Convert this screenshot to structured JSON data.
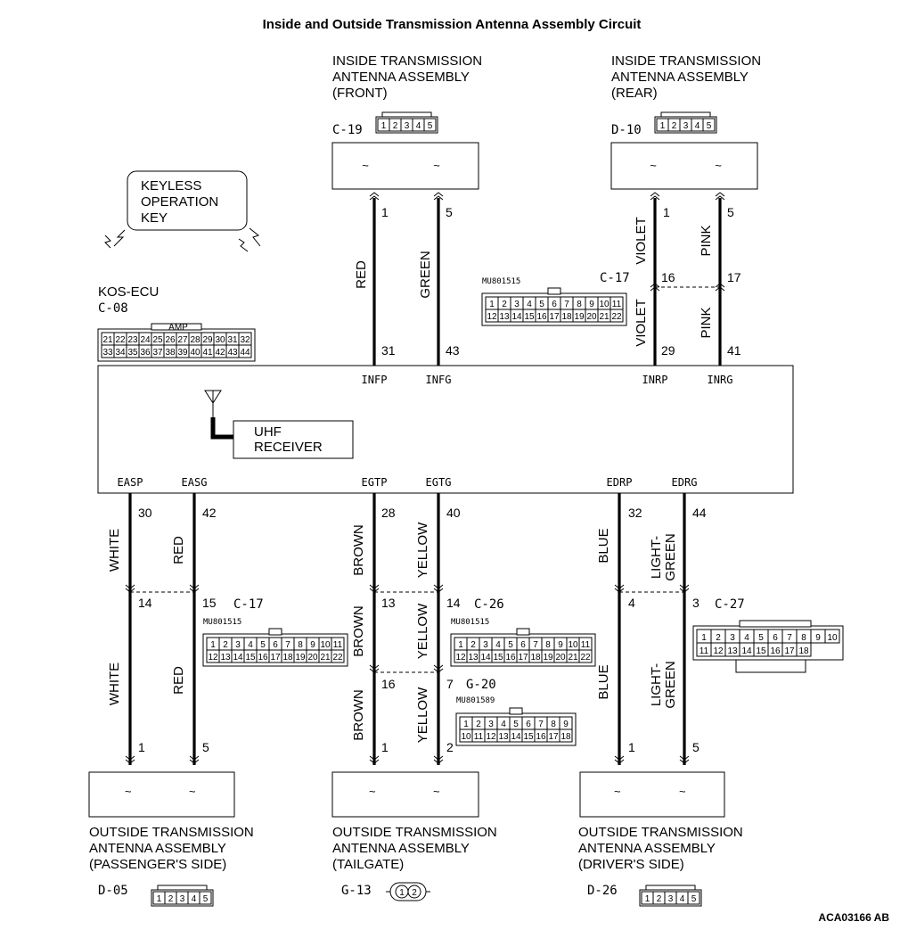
{
  "title": "Inside and Outside Transmission Antenna Assembly Circuit",
  "doc_code": "ACA03166 AB",
  "keyless_key": [
    "KEYLESS",
    "OPERATION",
    "KEY"
  ],
  "ecu": {
    "name": "KOS-ECU",
    "connector": "C-08",
    "amp_label": "AMP",
    "receiver": [
      "UHF",
      "RECEIVER"
    ],
    "row1": [
      "21",
      "22",
      "23",
      "24",
      "25",
      "26",
      "27",
      "28",
      "29",
      "30",
      "31",
      "32"
    ],
    "row2": [
      "33",
      "34",
      "35",
      "36",
      "37",
      "38",
      "39",
      "40",
      "41",
      "42",
      "43",
      "44"
    ]
  },
  "inside_front": {
    "lines": [
      "INSIDE TRANSMISSION",
      "ANTENNA ASSEMBLY",
      "(FRONT)"
    ],
    "connector": "C-19",
    "cells": [
      "1",
      "2",
      "3",
      "4",
      "5"
    ]
  },
  "inside_rear": {
    "lines": [
      "INSIDE TRANSMISSION",
      "ANTENNA ASSEMBLY",
      "(REAR)"
    ],
    "connector": "D-10",
    "cells": [
      "1",
      "2",
      "3",
      "4",
      "5"
    ]
  },
  "outside_pass": {
    "lines": [
      "OUTSIDE TRANSMISSION",
      "ANTENNA ASSEMBLY",
      "(PASSENGER'S SIDE)"
    ],
    "connector": "D-05",
    "cells": [
      "1",
      "2",
      "3",
      "4",
      "5"
    ]
  },
  "outside_tail": {
    "lines": [
      "OUTSIDE TRANSMISSION",
      "ANTENNA ASSEMBLY",
      "(TAILGATE)"
    ],
    "connector": "G-13",
    "cells": [
      "1",
      "2"
    ]
  },
  "outside_drv": {
    "lines": [
      "OUTSIDE TRANSMISSION",
      "ANTENNA ASSEMBLY",
      "(DRIVER'S SIDE)"
    ],
    "connector": "D-26",
    "cells": [
      "1",
      "2",
      "3",
      "4",
      "5"
    ]
  },
  "c17": {
    "id": "C-17",
    "part": "MU801515",
    "row1": [
      "1",
      "2",
      "3",
      "4",
      "5",
      "6",
      "7",
      "8",
      "9",
      "10",
      "11"
    ],
    "row2": [
      "12",
      "13",
      "14",
      "15",
      "16",
      "17",
      "18",
      "19",
      "20",
      "21",
      "22"
    ]
  },
  "c26": {
    "id": "C-26",
    "part": "MU801515",
    "row1": [
      "1",
      "2",
      "3",
      "4",
      "5",
      "6",
      "7",
      "8",
      "9",
      "10",
      "11"
    ],
    "row2": [
      "12",
      "13",
      "14",
      "15",
      "16",
      "17",
      "18",
      "19",
      "20",
      "21",
      "22"
    ]
  },
  "g20": {
    "id": "G-20",
    "part": "MU801589",
    "row1": [
      "1",
      "2",
      "3",
      "4",
      "5",
      "6",
      "7",
      "8",
      "9"
    ],
    "row2": [
      "10",
      "11",
      "12",
      "13",
      "14",
      "15",
      "16",
      "17",
      "18"
    ]
  },
  "c27": {
    "id": "C-27",
    "row1": [
      "1",
      "2",
      "3",
      "4",
      "5",
      "6",
      "7",
      "8",
      "9",
      "10"
    ],
    "row2": [
      "11",
      "12",
      "13",
      "14",
      "15",
      "16",
      "17",
      "18"
    ]
  },
  "signals": {
    "infp": "INFP",
    "infg": "INFG",
    "inrp": "INRP",
    "inrg": "INRG",
    "easp": "EASP",
    "easg": "EASG",
    "egtp": "EGTP",
    "egtg": "EGTG",
    "edrp": "EDRP",
    "edrg": "EDRG"
  },
  "wires": {
    "front_p": {
      "color": "RED",
      "top_pin": "1",
      "ecu_pin": "31"
    },
    "front_g": {
      "color": "GREEN",
      "top_pin": "5",
      "ecu_pin": "43"
    },
    "rear_p": {
      "color_top": "VIOLET",
      "color_bottom": "VIOLET",
      "top_pin": "1",
      "junction_pin": "16",
      "ecu_pin": "29"
    },
    "rear_g": {
      "color_top": "PINK",
      "color_bottom": "PINK",
      "top_pin": "5",
      "junction_pin": "17",
      "ecu_pin": "41"
    },
    "pass_p": {
      "color_top": "WHITE",
      "color_bottom": "WHITE",
      "ecu_pin": "30",
      "junction_pin": "14",
      "end_pin": "1"
    },
    "pass_g": {
      "color_top": "RED",
      "color_bottom": "RED",
      "ecu_pin": "42",
      "junction_pin": "15",
      "end_pin": "5"
    },
    "tail_p": {
      "color_top": "BROWN",
      "color_mid": "BROWN",
      "color_bottom": "BROWN",
      "ecu_pin": "28",
      "junction1_pin": "13",
      "junction2_pin": "16",
      "end_pin": "1"
    },
    "tail_g": {
      "color_top": "YELLOW",
      "color_mid": "YELLOW",
      "color_bottom": "YELLOW",
      "ecu_pin": "40",
      "junction1_pin": "14",
      "junction2_pin": "7",
      "end_pin": "2"
    },
    "drv_p": {
      "color_top": "BLUE",
      "color_bottom": "BLUE",
      "ecu_pin": "32",
      "junction_pin": "4",
      "end_pin": "1"
    },
    "drv_g": {
      "color_top": [
        "LIGHT-",
        "GREEN"
      ],
      "color_bottom": [
        "LIGHT-",
        "GREEN"
      ],
      "ecu_pin": "44",
      "junction_pin": "3",
      "end_pin": "5"
    }
  }
}
